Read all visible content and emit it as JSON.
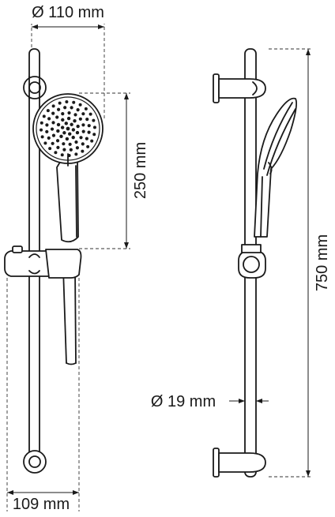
{
  "dimensions": {
    "head_diameter": "Ø 110 mm",
    "handset_length": "250 mm",
    "rail_length": "750 mm",
    "rail_diameter": "Ø 19 mm",
    "bracket_projection": "109 mm"
  },
  "colors": {
    "line": "#1a1a1a",
    "background": "#ffffff"
  }
}
